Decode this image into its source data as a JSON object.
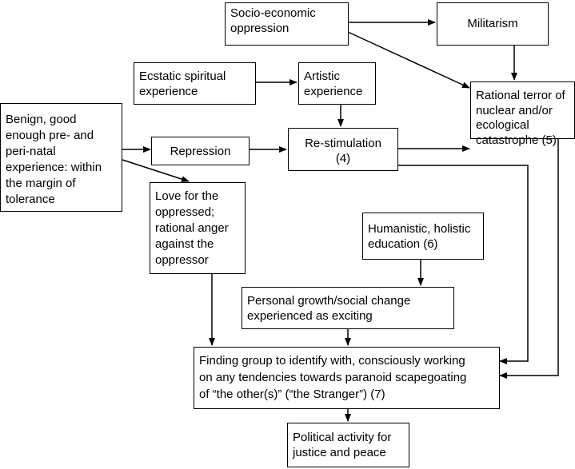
{
  "diagram": {
    "nodes": {
      "socio_economic": {
        "text": "Socio-economic\noppression"
      },
      "militarism": {
        "text": "Militarism"
      },
      "ecstatic": {
        "text": "Ecstatic spiritual\nexperience"
      },
      "artistic": {
        "text": "Artistic\nexperience"
      },
      "rational_terror": {
        "text": "Rational terror of\nnuclear and/or\necological\ncatastrophe (5)"
      },
      "benign": {
        "text": "Benign, good\nenough pre- and\nperi-natal\nexperience: within\nthe margin of\ntolerance"
      },
      "repression": {
        "text": "Repression"
      },
      "restimulation": {
        "text": "Re-stimulation\n(4)"
      },
      "love": {
        "text": "Love for the\noppressed;\nrational anger\nagainst the\noppressor"
      },
      "humanistic": {
        "text": "Humanistic, holistic\neducation (6)"
      },
      "personal_growth": {
        "text": "Personal growth/social change\nexperienced as exciting"
      },
      "finding_group": {
        "text": "Finding group to  identify with, consciously working\non any tendencies towards paranoid scapegoating\nof “the other(s)” (“the Stranger”) (7)"
      },
      "political": {
        "text": "Political activity for\njustice and peace"
      }
    },
    "line_color": "#000000"
  }
}
